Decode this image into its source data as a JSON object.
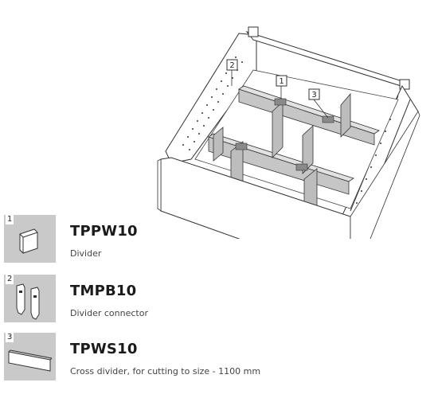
{
  "callouts": [
    "2",
    "1",
    "3"
  ],
  "parts": [
    {
      "number": "1",
      "code": "TPPW10",
      "description": "Divider"
    },
    {
      "number": "2",
      "code": "TMPB10",
      "description": "Divider connector"
    },
    {
      "number": "3",
      "code": "TPWS10",
      "description": "Cross divider, for cutting to size - 1100 mm"
    }
  ]
}
